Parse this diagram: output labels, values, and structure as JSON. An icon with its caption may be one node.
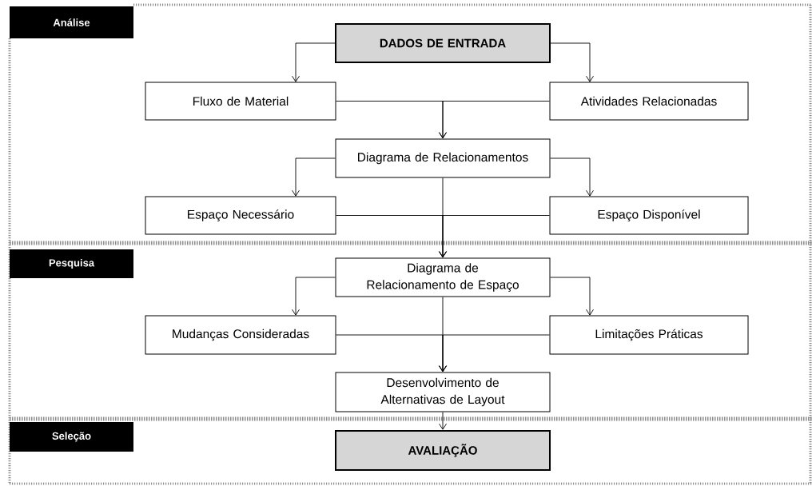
{
  "diagram": {
    "nodes": [
      {
        "text": [
          "Análise"
        ]
      },
      {
        "text": [
          "DADOS DE ENTRADA"
        ]
      },
      {
        "text": [
          "Fluxo de Material"
        ]
      },
      {
        "text": [
          "Atividades Relacionadas"
        ]
      },
      {
        "text": [
          "Diagrama de Relacionamentos"
        ]
      },
      {
        "text": [
          "Espaço Necessário"
        ]
      },
      {
        "text": [
          "Espaço Disponível"
        ]
      },
      {
        "text": [
          "Pesquisa"
        ]
      },
      {
        "text": [
          "Diagrama de Relacionamento de Espaço"
        ]
      },
      {
        "text": [
          "Mudanças Consideradas"
        ]
      },
      {
        "text": [
          "Limitações Práticas"
        ]
      },
      {
        "text": [
          "Desenvolvimento de Alternativas de Layout"
        ]
      },
      {
        "text": [
          "Seleção"
        ]
      },
      {
        "text": [
          "AVALIAÇÃO"
        ]
      }
    ],
    "edges": [
      {
        "from": 1,
        "to": 2,
        "arrow": "to"
      },
      {
        "from": 1,
        "to": 3,
        "arrow": "to"
      },
      {
        "from": 2,
        "to": 4,
        "arrow": "to"
      },
      {
        "from": 3,
        "to": 4,
        "arrow": "to"
      },
      {
        "from": 4,
        "to": 5,
        "arrow": "to"
      },
      {
        "from": 4,
        "to": 6,
        "arrow": "to"
      },
      {
        "from": 4,
        "to": 8,
        "arrow": "to"
      },
      {
        "from": 5,
        "to": 8,
        "arrow": "to"
      },
      {
        "from": 6,
        "to": 8,
        "arrow": "to"
      },
      {
        "from": 8,
        "to": 9,
        "arrow": "to"
      },
      {
        "from": 8,
        "to": 10,
        "arrow": "to"
      },
      {
        "from": 8,
        "to": 11,
        "arrow": "to"
      },
      {
        "from": 9,
        "to": 11,
        "arrow": "to"
      },
      {
        "from": 10,
        "to": 11,
        "arrow": "to"
      },
      {
        "from": 11,
        "to": 13,
        "arrow": "to"
      }
    ]
  }
}
